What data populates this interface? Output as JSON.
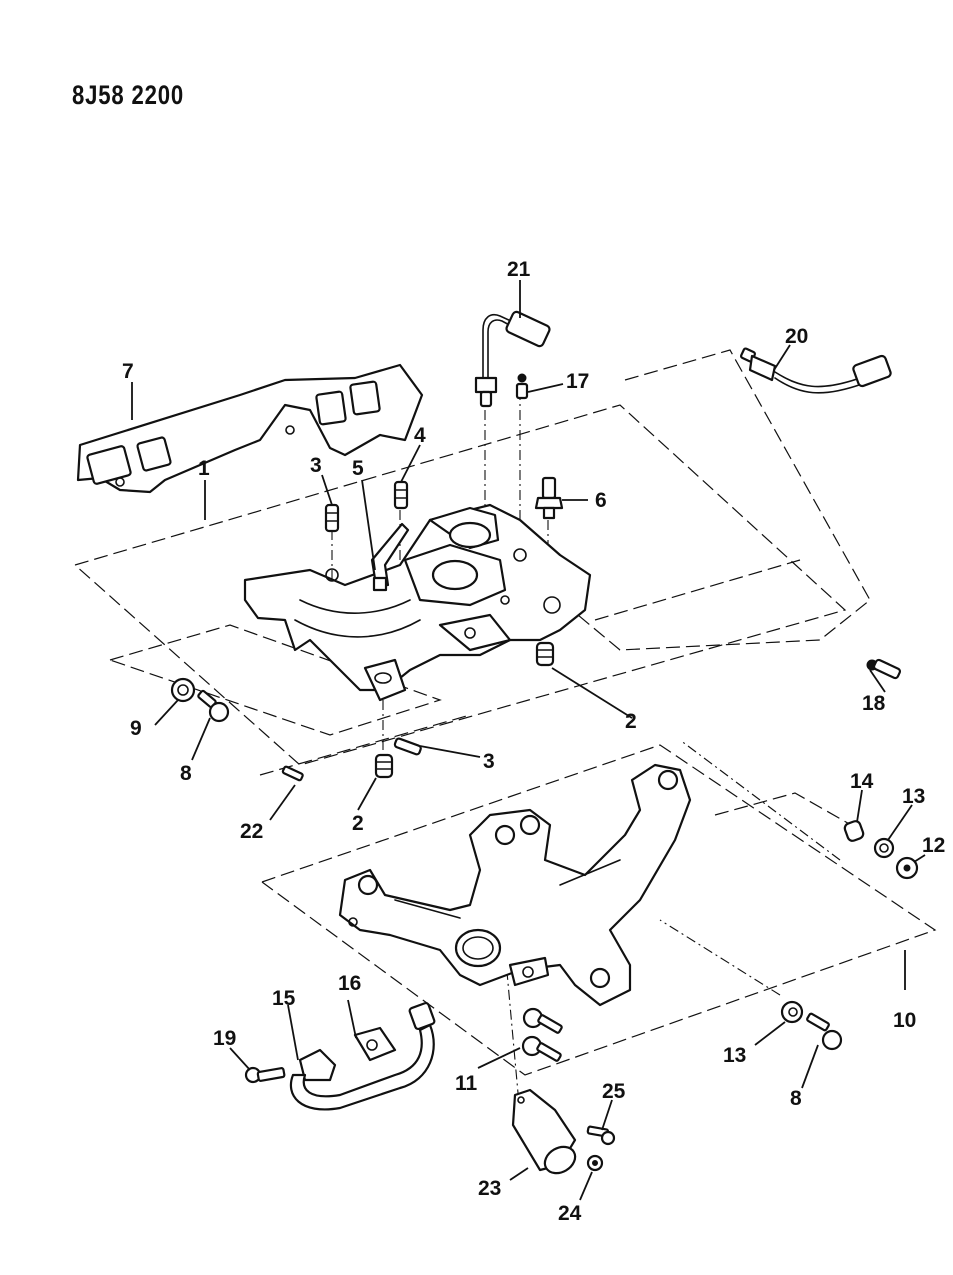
{
  "document": {
    "code": "8J58 2200",
    "title": "Intake / exhaust manifold exploded parts diagram"
  },
  "callouts": [
    {
      "id": "1",
      "label": "1",
      "part": "intake manifold"
    },
    {
      "id": "2a",
      "label": "2",
      "part": "plug"
    },
    {
      "id": "2b",
      "label": "2",
      "part": "plug"
    },
    {
      "id": "3a",
      "label": "3",
      "part": "stud"
    },
    {
      "id": "3b",
      "label": "3",
      "part": "stud"
    },
    {
      "id": "4",
      "label": "4",
      "part": "stud"
    },
    {
      "id": "5",
      "label": "5",
      "part": "fitting elbow"
    },
    {
      "id": "6",
      "label": "6",
      "part": "fitting"
    },
    {
      "id": "7",
      "label": "7",
      "part": "manifold gasket"
    },
    {
      "id": "8a",
      "label": "8",
      "part": "bolt"
    },
    {
      "id": "8b",
      "label": "8",
      "part": "bolt"
    },
    {
      "id": "9",
      "label": "9",
      "part": "nut"
    },
    {
      "id": "10",
      "label": "10",
      "part": "exhaust manifold"
    },
    {
      "id": "11",
      "label": "11",
      "part": "bolts"
    },
    {
      "id": "12",
      "label": "12",
      "part": "nut"
    },
    {
      "id": "13a",
      "label": "13",
      "part": "washer"
    },
    {
      "id": "13b",
      "label": "13",
      "part": "washer"
    },
    {
      "id": "14",
      "label": "14",
      "part": "spacer"
    },
    {
      "id": "15",
      "label": "15",
      "part": "tube"
    },
    {
      "id": "16",
      "label": "16",
      "part": "gasket"
    },
    {
      "id": "17",
      "label": "17",
      "part": "screw"
    },
    {
      "id": "18",
      "label": "18",
      "part": "fitting"
    },
    {
      "id": "19",
      "label": "19",
      "part": "fitting"
    },
    {
      "id": "20",
      "label": "20",
      "part": "temperature sensor"
    },
    {
      "id": "21",
      "label": "21",
      "part": "oxygen sensor"
    },
    {
      "id": "22",
      "label": "22",
      "part": "screw"
    },
    {
      "id": "23",
      "label": "23",
      "part": "heat stove"
    },
    {
      "id": "24",
      "label": "24",
      "part": "nut"
    },
    {
      "id": "25",
      "label": "25",
      "part": "screw"
    }
  ]
}
